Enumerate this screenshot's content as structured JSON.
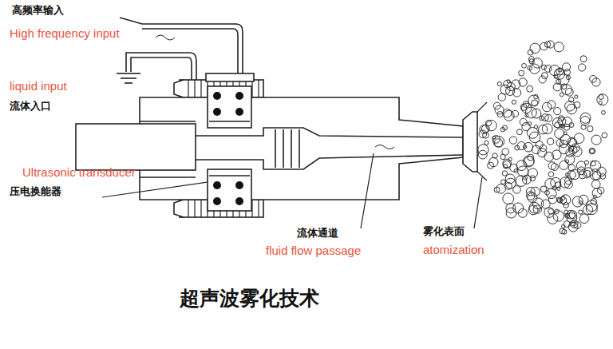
{
  "diagram": {
    "title": "超声波雾化技术",
    "labels": [
      "高频率输入",
      "High frequency input",
      "liquid input",
      "流体入口",
      "Ultrasonic transducer",
      "压电换能器",
      "流体通道",
      "fluid flow passage",
      "雾化表面",
      "atomization"
    ]
  }
}
